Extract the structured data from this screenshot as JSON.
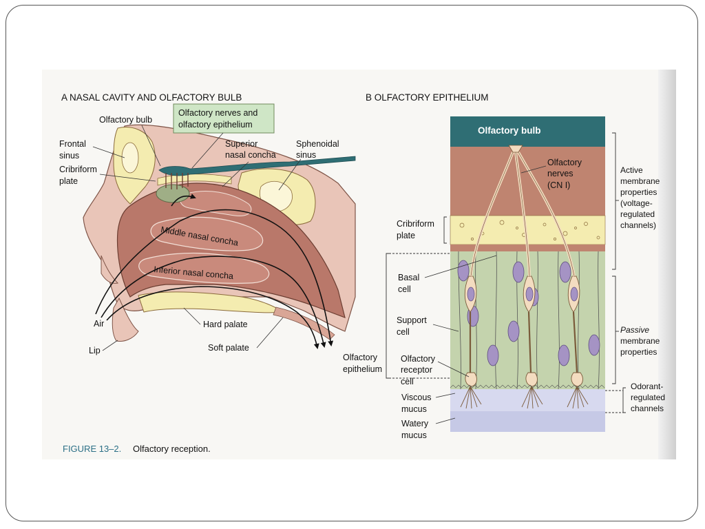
{
  "panel_a": {
    "title": "A  NASAL CAVITY AND OLFACTORY BULB",
    "labels": {
      "olfactory_bulb": "Olfactory bulb",
      "olfactory_nerves_box": [
        "Olfactory nerves and",
        "olfactory epithelium"
      ],
      "frontal_sinus": [
        "Frontal",
        "sinus"
      ],
      "cribriform_plate": [
        "Cribriform",
        "plate"
      ],
      "superior_concha": [
        "Superior",
        "nasal concha"
      ],
      "sphenoidal_sinus": [
        "Sphenoidal",
        "sinus"
      ],
      "middle_concha": "Middle nasal concha",
      "inferior_concha": "Inferior nasal concha",
      "air": "Air",
      "hard_palate": "Hard palate",
      "lip": "Lip",
      "soft_palate": "Soft palate"
    }
  },
  "panel_b": {
    "title": "B  OLFACTORY EPITHELIUM",
    "labels": {
      "olfactory_bulb": "Olfactory bulb",
      "olfactory_nerves": [
        "Olfactory",
        "nerves",
        "(CN I)"
      ],
      "cribriform_plate": [
        "Cribriform",
        "plate"
      ],
      "basal_cell": [
        "Basal",
        "cell"
      ],
      "support_cell": [
        "Support",
        "cell"
      ],
      "olfactory_epithelium": [
        "Olfactory",
        "epithelium"
      ],
      "olfactory_receptor_cell": [
        "Olfactory",
        "receptor",
        "cell"
      ],
      "viscous_mucus": [
        "Viscous",
        "mucus"
      ],
      "watery_mucus": [
        "Watery",
        "mucus"
      ],
      "active_properties": [
        "Active",
        "membrane",
        "properties",
        "(voltage-",
        "regulated",
        "channels)"
      ],
      "passive_properties": [
        "Passive",
        "membrane",
        "properties"
      ],
      "odorant_channels": [
        "Odorant-",
        "regulated",
        "channels"
      ]
    }
  },
  "caption": {
    "label": "FIGURE 13–2.",
    "text": "Olfactory reception."
  },
  "colors": {
    "tissue": "#b9786a",
    "tissue_light": "#efd2c6",
    "bone": "#f4ecb0",
    "nerve_teal": "#2f6e74",
    "epithelium_green": "#c4d3ad",
    "mucus_blue": "#c6c9e6",
    "cell_purple": "#a593c4"
  }
}
